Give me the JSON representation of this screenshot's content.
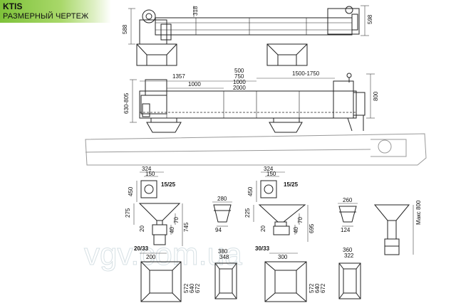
{
  "header": {
    "title": "KTIS",
    "subtitle": "РАЗМЕРНЫЙ ЧЕРТЕЖ"
  },
  "watermark": "vgv.com.ua",
  "colors": {
    "accent": "#7ec23a",
    "line": "#222222",
    "dim_line": "#444444",
    "watermark": "#c9d6dc"
  },
  "dimensions": {
    "top_view": {
      "height_left": "588",
      "height_right": "598",
      "offset": "318"
    },
    "side_view": {
      "left_length": "1357",
      "inner_length": "1000",
      "section_lengths": [
        "500",
        "750",
        "1000",
        "2000"
      ],
      "right_length": "1500-1750",
      "height_left": "630-805",
      "height_right": "800"
    },
    "detail_left": {
      "w_top": "324",
      "w_inner": "150",
      "h_motor": "450",
      "label": "15/25",
      "h_hopper": "275",
      "w_base": "200",
      "h_total": "745",
      "h_40": "40",
      "h_70": "70",
      "h_20": "20",
      "flange": "20/33"
    },
    "detail_mid_left": {
      "w_top": "280",
      "w_bottom": "94"
    },
    "detail_right": {
      "w_top": "324",
      "w_inner": "150",
      "h_motor": "450",
      "label": "15/25",
      "h_hopper": "225",
      "w_base": "300",
      "h_total": "695",
      "h_40": "40",
      "h_70": "70",
      "h_20": "20",
      "flange": "30/33"
    },
    "detail_mid_right": {
      "w_top": "260",
      "w_bottom": "124"
    },
    "detail_far_right": {
      "height": "Макс 800"
    },
    "bottom_left_plate": {
      "w_outer": "200",
      "h1": "572",
      "h2": "640",
      "h3": "672"
    },
    "bottom_mid_left_plate": {
      "w1": "380",
      "w2": "348"
    },
    "bottom_right_plate": {
      "w_outer": "300",
      "h1": "572",
      "h2": "640",
      "h3": "672"
    },
    "bottom_mid_right_plate": {
      "w1": "360",
      "w2": "322"
    }
  }
}
